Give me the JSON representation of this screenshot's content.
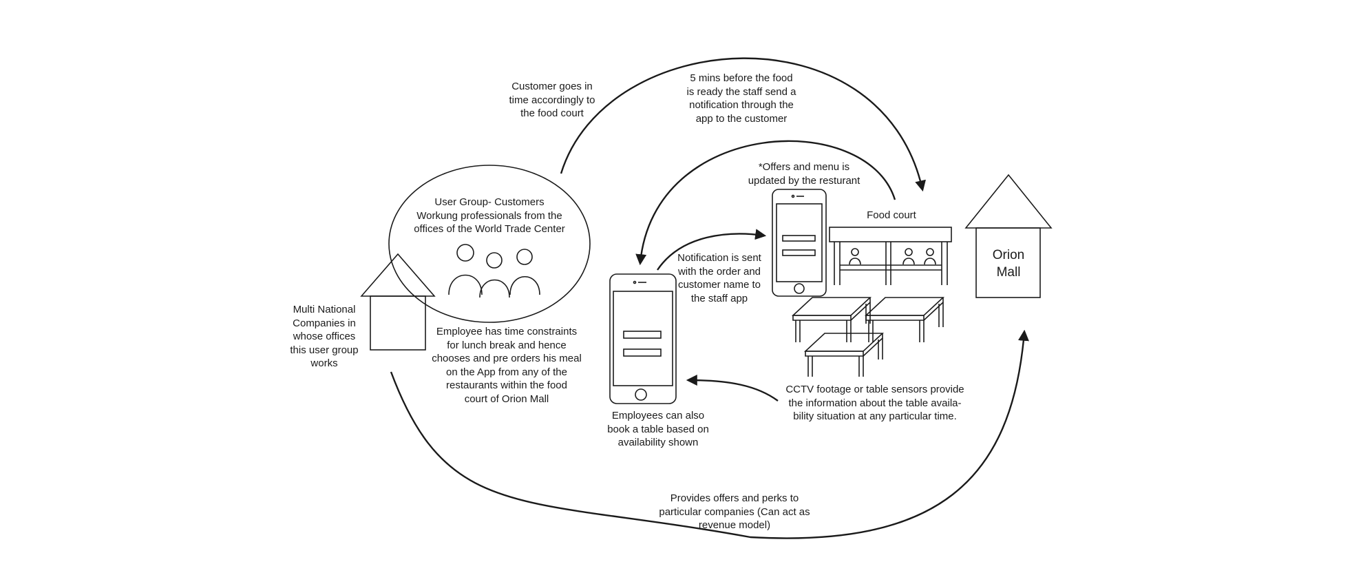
{
  "labels": {
    "customer_goes": "Customer goes in\ntime accordingly to\nthe food court",
    "five_mins": "5 mins before the food\nis ready the staff send a\nnotification through the\napp to the customer",
    "offers_menu": "*Offers and menu is\nupdated by the resturant",
    "food_court": "Food court",
    "orion_mall": "Orion\nMall",
    "user_group": "User Group- Customers\nWorkung professionals from the\noffices of the World Trade Center",
    "notification_sent": "Notification is sent\nwith the order and\ncustomer name to\nthe staff app",
    "mnc": "Multi National\nCompanies in\nwhose offices\nthis user group\nworks",
    "employee_constraints": "Employee has time constraints\nfor lunch break and hence\nchooses and pre orders his meal\non the App from any of the\nrestaurants within the food\ncourt of Orion Mall",
    "cctv": "CCTV footage or table sensors provide\nthe information about the table availa-\nbility situation at any particular time.",
    "book_table": "Employees can also\nbook a table based on\navailability shown",
    "offers_perks": "Provides offers and perks to\nparticular companies (Can act as\nrevenue model)"
  },
  "icons": [
    "house-icon",
    "people-icon",
    "smartphone-icon",
    "counter-icon",
    "table-icon",
    "arrow-icon"
  ],
  "colors": {
    "ink": "#1a1a1a",
    "background": "#ffffff"
  }
}
